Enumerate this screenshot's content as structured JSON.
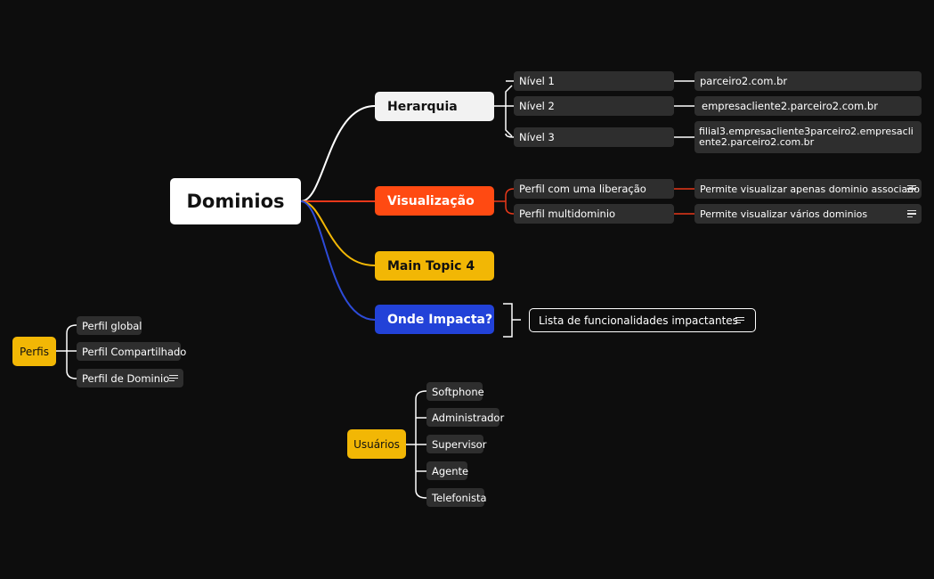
{
  "root": {
    "label": "Dominios"
  },
  "topics": {
    "herarquia": {
      "label": "Herarquia",
      "children": [
        {
          "label": "Nível 1",
          "detail": "parceiro2.com.br"
        },
        {
          "label": "Nível 2",
          "detail": "empresacliente2.parceiro2.com.br"
        },
        {
          "label": "Nível 3",
          "detail": "filial3.empresacliente3parceiro2.empresacliente2.parceiro2.com.br"
        }
      ]
    },
    "visualizacao": {
      "label": "Visualização",
      "children": [
        {
          "label": "Perfil com uma liberação",
          "detail": "Permite visualizar apenas dominio associado"
        },
        {
          "label": "Perfil multidominio",
          "detail": "Permite visualizar vários dominios"
        }
      ]
    },
    "main4": {
      "label": "Main Topic 4"
    },
    "impacta": {
      "label": "Onde Impacta?",
      "summary": "Lista de funcionalidades impactantes"
    }
  },
  "perfis": {
    "label": "Perfis",
    "children": [
      "Perfil global",
      "Perfil Compartilhado",
      "Perfil de Dominio"
    ]
  },
  "usuarios": {
    "label": "Usuários",
    "children": [
      "Softphone",
      "Administrador",
      "Supervisor",
      "Agente",
      "Telefonista"
    ]
  },
  "colors": {
    "background": "#0d0d0d",
    "herarquia": "#f2f2f2",
    "visualizacao": "#ff4a12",
    "main4": "#f2b705",
    "impacta": "#2242d8",
    "subtopic": "#2e2e2e"
  }
}
